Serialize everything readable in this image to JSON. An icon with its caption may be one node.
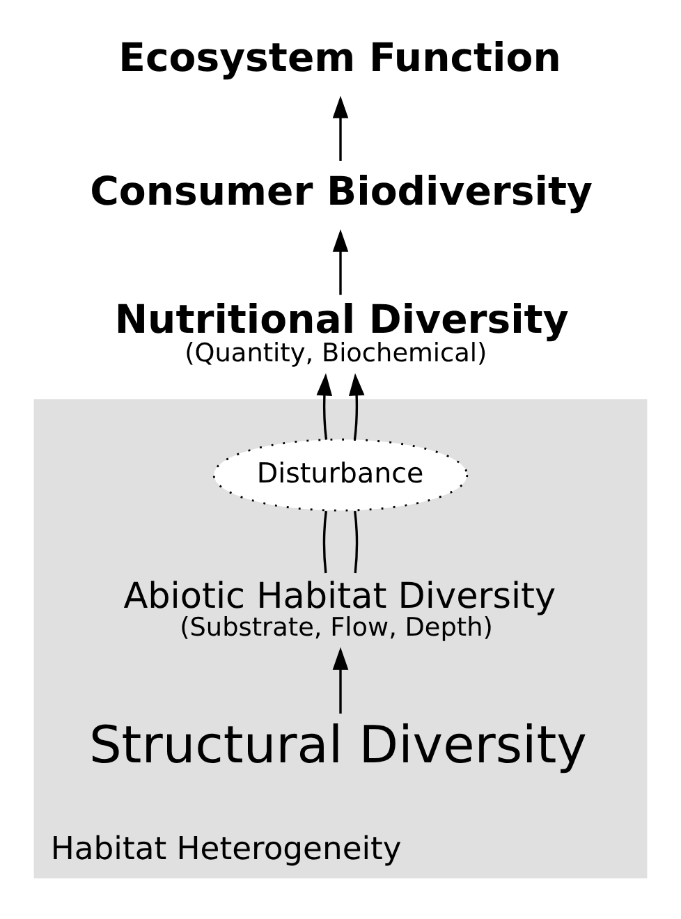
{
  "diagram": {
    "nodes": [
      {
        "text": [
          "Ecosystem Function"
        ]
      },
      {
        "text": [
          "Consumer Biodiversity"
        ]
      },
      {
        "text": [
          "Nutritional Diversity",
          "(Quantity, Biochemical)"
        ]
      },
      {
        "text": [
          "Habitat Heterogeneity"
        ]
      },
      {
        "text": [
          "Disturbance"
        ],
        "in": 3
      },
      {
        "text": [
          "Abiotic Habitat Diversity",
          "(Substrate, Flow, Depth)"
        ],
        "in": 3
      },
      {
        "text": [
          "Structural Diversity"
        ],
        "in": 3
      }
    ],
    "edges": [
      {
        "from": 6,
        "to": 5,
        "arrow": "to"
      },
      {
        "from": 5,
        "to": 4,
        "arrow": "none"
      },
      {
        "from": 5,
        "to": 4,
        "arrow": "none"
      },
      {
        "from": 4,
        "to": 2,
        "arrow": "to"
      },
      {
        "from": 4,
        "to": 2,
        "arrow": "to"
      },
      {
        "from": 2,
        "to": 1,
        "arrow": "to"
      },
      {
        "from": 1,
        "to": 0,
        "arrow": "to"
      }
    ]
  }
}
